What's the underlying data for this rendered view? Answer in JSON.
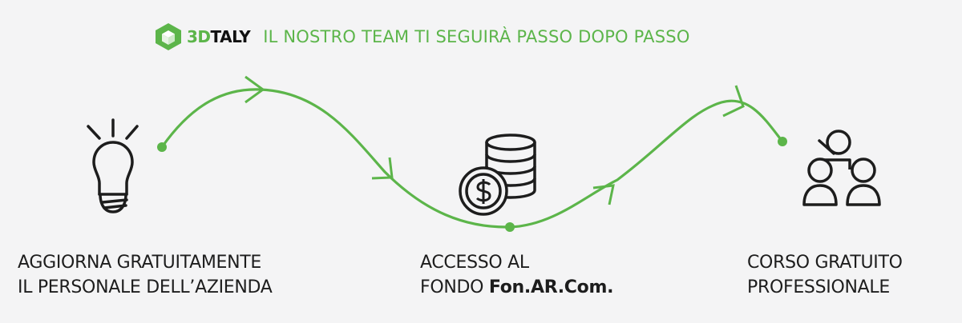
{
  "header": {
    "logo": {
      "prefix": "3D",
      "suffix": "TALY",
      "accent_color": "#5cb54a"
    },
    "tagline": "IL NOSTRO TEAM TI SEGUIRÀ PASSO DOPO PASSO"
  },
  "steps": [
    {
      "icon": "lightbulb-icon",
      "line1": "AGGIORNA GRATUITAMENTE",
      "line2": "IL PERSONALE DELL’AZIENDA"
    },
    {
      "icon": "coins-dollar-icon",
      "line1": "ACCESSO AL",
      "line2_prefix": "FONDO ",
      "line2_bold": "Fon.AR.Com."
    },
    {
      "icon": "people-training-icon",
      "line1": "CORSO GRATUITO",
      "line2": "PROFESSIONALE"
    }
  ],
  "colors": {
    "path": "#5cb54a",
    "icon": "#1d1d1d",
    "background": "#f4f4f5"
  }
}
